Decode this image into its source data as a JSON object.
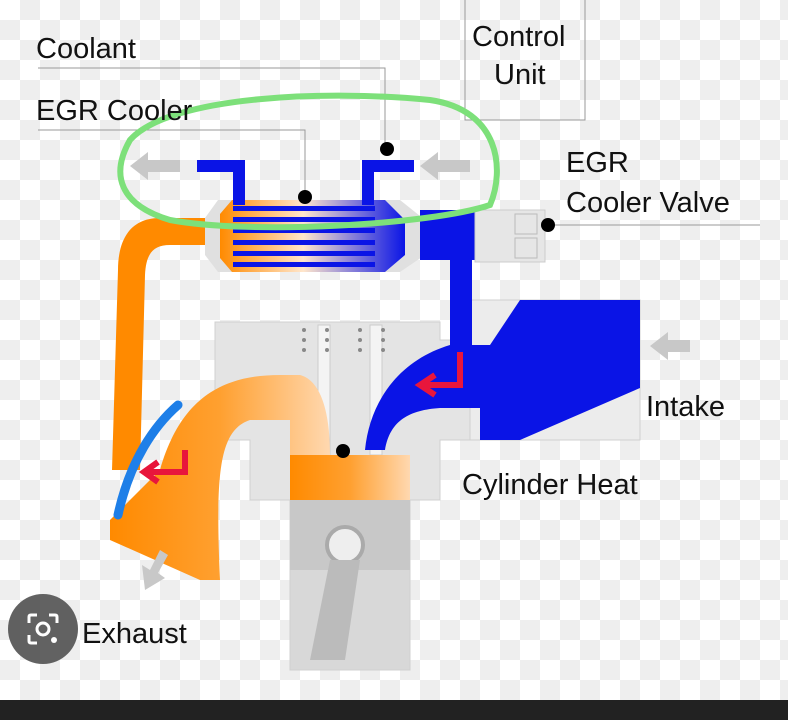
{
  "labels": {
    "coolant": "Coolant",
    "egr_cooler": "EGR Cooler",
    "control_unit_line1": "Control",
    "control_unit_line2": "Unit",
    "egr_valve_line1": "EGR",
    "egr_valve_line2": "Cooler Valve",
    "intake": "Intake",
    "cylinder_heat": "Cylinder Heat",
    "exhaust": "Exhaust"
  },
  "colors": {
    "coolant_blue": "#0a14e6",
    "exhaust_orange": "#ff8a00",
    "highlight_green": "#7de07a",
    "marker_blue": "#1e7fe8",
    "arrow_red": "#e8163c"
  }
}
